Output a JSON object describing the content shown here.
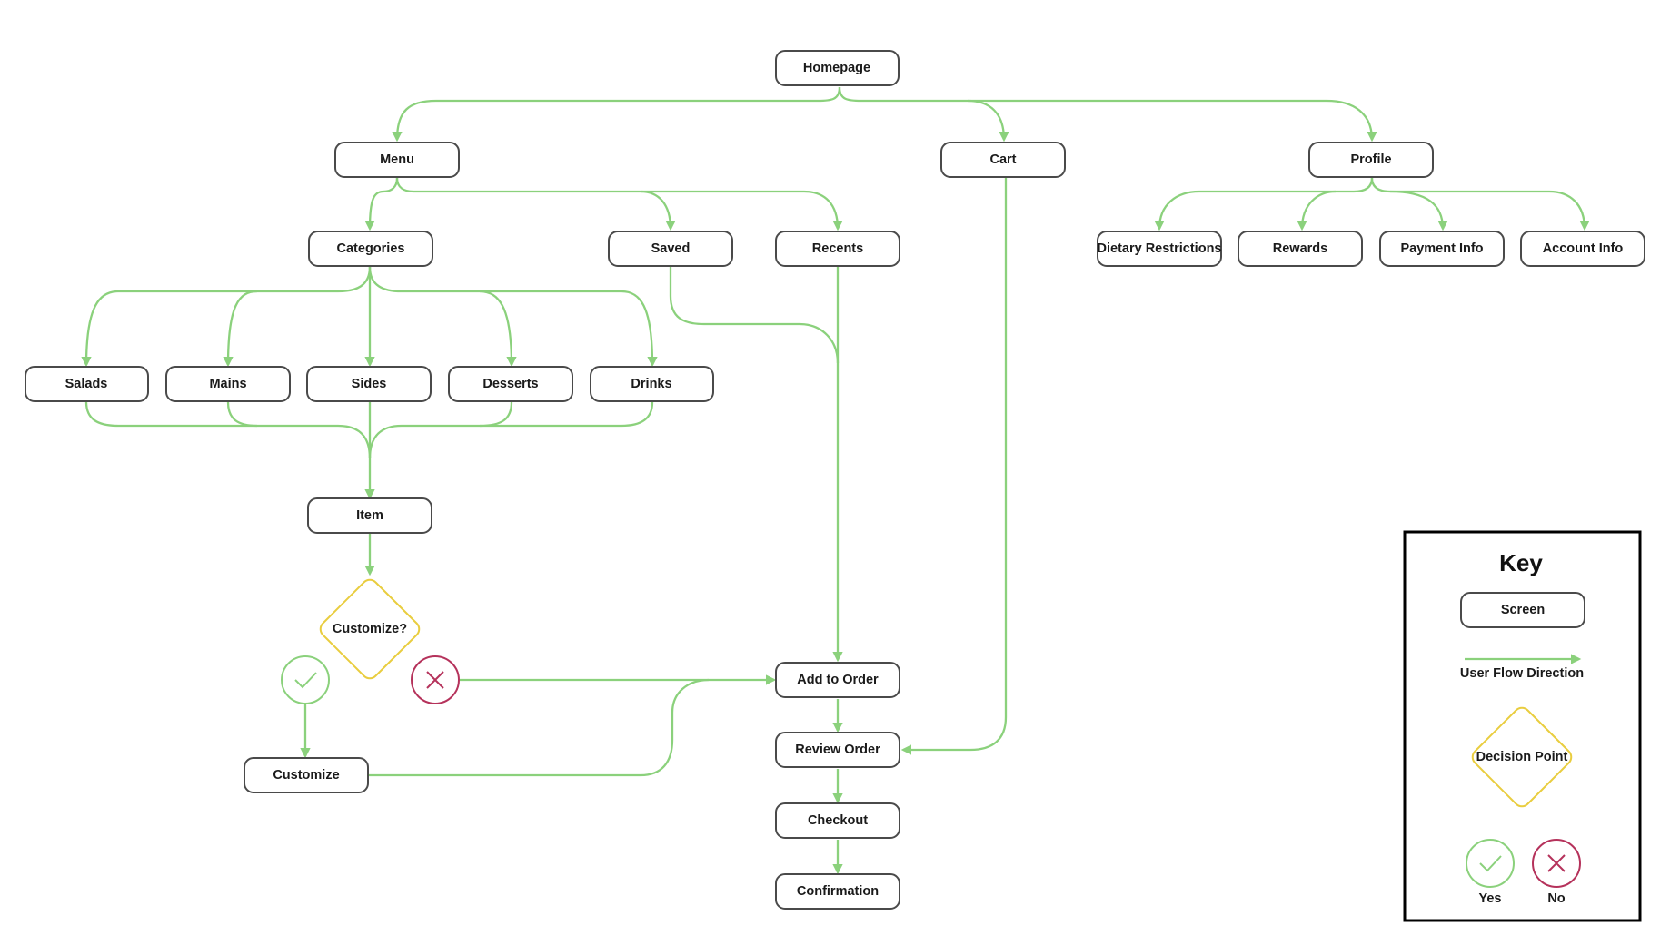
{
  "colors": {
    "flow": "#8bd17c",
    "node_border": "#4a4a4a",
    "decision": "#e9cd3f",
    "yes": "#8bd17c",
    "no": "#b5325b"
  },
  "nodes": {
    "homepage": "Homepage",
    "menu": "Menu",
    "cart": "Cart",
    "profile": "Profile",
    "categories": "Categories",
    "saved": "Saved",
    "recents": "Recents",
    "dietary": "Dietary Restrictions",
    "rewards": "Rewards",
    "payment": "Payment Info",
    "account": "Account Info",
    "salads": "Salads",
    "mains": "Mains",
    "sides": "Sides",
    "desserts": "Desserts",
    "drinks": "Drinks",
    "item": "Item",
    "customize_q": "Customize?",
    "customize": "Customize",
    "add_to_order": "Add to Order",
    "review_order": "Review Order",
    "checkout": "Checkout",
    "confirmation": "Confirmation"
  },
  "icons": {
    "yes": "check-icon",
    "no": "close-icon"
  },
  "key": {
    "title": "Key",
    "screen": "Screen",
    "flow": "User Flow Direction",
    "decision": "Decision Point",
    "yes": "Yes",
    "no": "No"
  }
}
